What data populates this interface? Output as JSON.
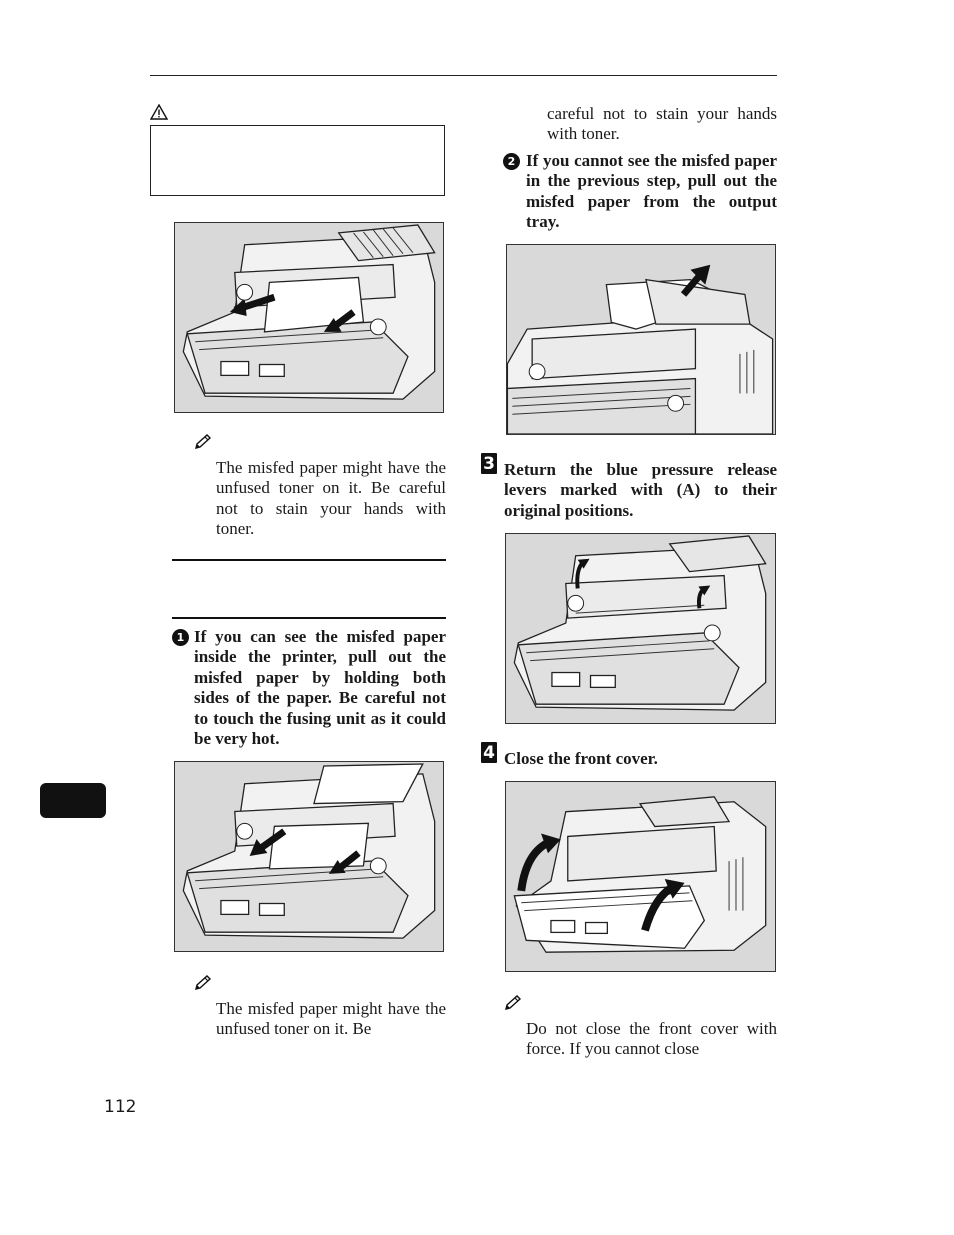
{
  "left_column": {
    "note1": "The misfed paper might have the unfused toner on it. Be careful not to stain your hands with toner.",
    "substep1_number": "1",
    "substep1_text": "If you can see the misfed paper inside the printer, pull out the misfed paper by holding both sides of the paper. Be careful not to touch the fusing unit as it could be very hot.",
    "note2": "The misfed paper might have the unfused toner on it. Be"
  },
  "right_column": {
    "note2_continued": "careful not to stain your hands with toner.",
    "substep2_number": "2",
    "substep2_text": "If you cannot see the misfed paper in the previous step, pull out the misfed paper from the output tray.",
    "step3_number": "3",
    "step3_text": "Return the blue pressure release levers marked with (A) to their original positions.",
    "step4_number": "4",
    "step4_text": "Close the front cover.",
    "note3": "Do not close the front cover with force. If you cannot close"
  },
  "footer": {
    "page_number": "112"
  },
  "colors": {
    "figure_bg": "#d9d9d9",
    "ink": "#1a1a1a",
    "tab": "#111111"
  },
  "icons": [
    "warning-triangle-icon",
    "note-pencil-icon",
    "chapter-tab-icon"
  ]
}
